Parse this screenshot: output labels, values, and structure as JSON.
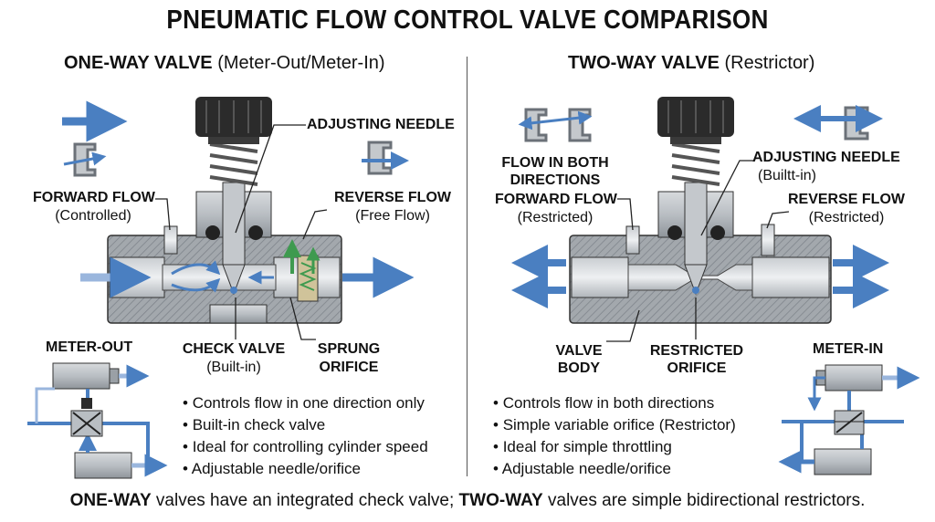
{
  "title": "PNEUMATIC FLOW CONTROL VALVE COMPARISON",
  "colors": {
    "flow_arrow": "#4a7fc1",
    "body_grey": "#9aa0a6",
    "knob": "#2b2b2b",
    "text": "#111111"
  },
  "one_way": {
    "heading_bold": "ONE-WAY VALVE",
    "heading_rest": " (Meter-Out/Meter-In)",
    "forward_flow": "FORWARD FLOW",
    "forward_sub": "(Controlled)",
    "adjusting_needle": "ADJUSTING NEEDLE",
    "reverse_flow": "REVERSE FLOW",
    "reverse_sub": "(Free Flow)",
    "check_valve": "CHECK VALVE",
    "check_sub": "(Built-in)",
    "sprung": "SPRUNG",
    "orifice": "ORIFICE",
    "circuit": "METER-OUT",
    "bullets": [
      "Controls flow in one direction only",
      "Built-in check valve",
      "Ideal for controlling cylinder speed",
      "Adjustable needle/orifice"
    ]
  },
  "two_way": {
    "heading_bold": "TWO-WAY VALVE",
    "heading_rest": " (Restrictor)",
    "flow_both_1": "FLOW IN BOTH",
    "flow_both_2": "DIRECTIONS",
    "adjusting_needle": "ADJUSTING NEEDLE",
    "adjusting_sub": "(Builtt-in)",
    "forward_flow": "FORWARD FLOW",
    "forward_sub": "(Restricted)",
    "reverse_flow": "REVERSE FLOW",
    "reverse_sub": "(Restricted)",
    "valve": "VALVE",
    "body": "BODY",
    "restricted": "RESTRICTED",
    "orifice": "ORIFICE",
    "circuit": "METER-IN",
    "bullets": [
      "Controls flow in both directions",
      "Simple variable orifice (Restrictor)",
      "Ideal for simple throttling",
      "Adjustable needle/orifice"
    ]
  },
  "footer": {
    "bold1": "ONE-WAY",
    "text1": " valves have an integrated check valve; ",
    "bold2": "TWO-WAY",
    "text2": " valves are simple bidirectional restrictors."
  }
}
